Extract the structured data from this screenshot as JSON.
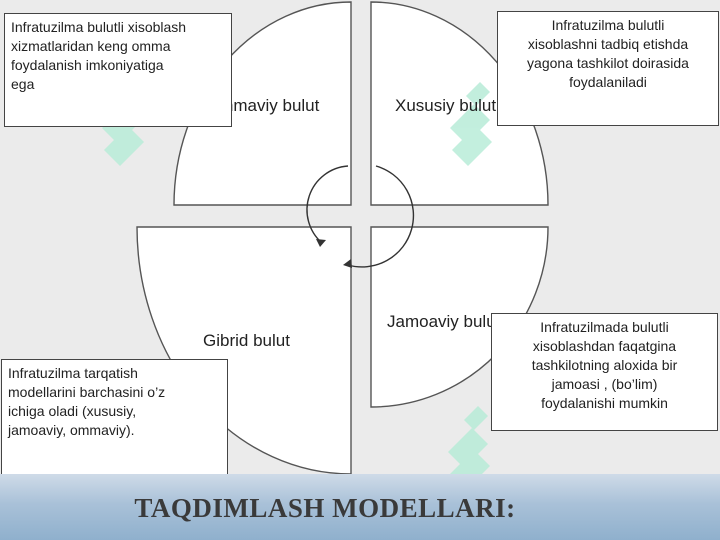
{
  "diagram": {
    "quadrants": {
      "public": "Ommaviy bulut",
      "private": "Xususiy bulut",
      "hybrid": "Gibrid bulut",
      "community": "Jamoaviy bulut"
    },
    "notes": {
      "public": "Infratuzilma bulutli xisoblash\nxizmatlaridan keng  omma\nfoydalanish imkoniyatiga\n ega",
      "private": "Infratuzilma bulutli\nxisoblashni tadbiq etishda\nyagona tashkilot doirasida\nfoydalaniladi",
      "hybrid": "Infratuzilma tarqatish\nmodellarini barchasini o’z\nichiga oladi (xususiy,\njamoaviy, ommaviy).",
      "community": "Infratuzilmada bulutli\nxisoblashdan faqatgina\ntashkilotning aloxida bir\njamoasi , (bo’lim)\nfoydalanishi mumkin"
    }
  },
  "footer": {
    "title": "TAQDIMLASH MODELLARI:"
  },
  "colors": {
    "background": "#ebebeb",
    "footer_band": "#a9c1d8",
    "watermark": "#b8ecd8"
  },
  "icons": {
    "watermark": "watermark-logo-icon",
    "cycle": "cycle-arrow-icon"
  }
}
